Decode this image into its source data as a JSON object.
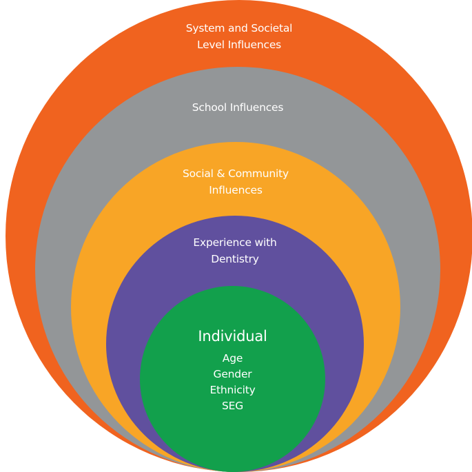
{
  "colors": {
    "system": "#F0631F",
    "school": "#939698",
    "social": "#F8A526",
    "dentistry": "#60509E",
    "individual": "#12A04C",
    "text": "#FFFFFF"
  },
  "rings": {
    "system": {
      "line1": "System and Societal",
      "line2": "Level Influences"
    },
    "school": {
      "line1": "School Influences"
    },
    "social": {
      "line1": "Social & Community",
      "line2": "Influences"
    },
    "dentistry": {
      "line1": "Experience with",
      "line2": "Dentistry"
    },
    "individual": {
      "title": "Individual",
      "items": [
        "Age",
        "Gender",
        "Ethnicity",
        "SEG"
      ]
    }
  }
}
